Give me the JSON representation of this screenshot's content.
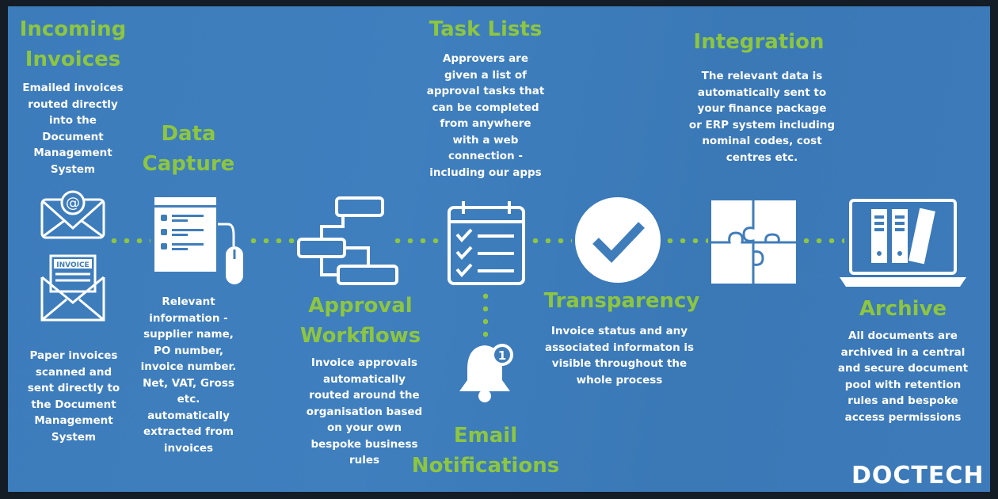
{
  "stages": {
    "incoming": {
      "title1": "Incoming",
      "title2": "Invoices",
      "body": [
        "Emailed invoices",
        "routed directly",
        "into the",
        "Document",
        "Management",
        "System"
      ],
      "paper": [
        "Paper invoices",
        "scanned and",
        "sent directly to",
        "the Document",
        "Management",
        "System"
      ],
      "invoice_label": "INVOICE"
    },
    "capture": {
      "title1": "Data",
      "title2": "Capture",
      "body": [
        "Relevant",
        "information -",
        "supplier name,",
        "PO number,",
        "invoice number.",
        "Net, VAT, Gross",
        "etc.",
        "automatically",
        "extracted from",
        "invoices"
      ]
    },
    "approval": {
      "title1": "Approval",
      "title2": "Workflows",
      "body": [
        "Invoice approvals",
        "automatically",
        "routed around the",
        "organisation based",
        "on your own",
        "bespoke business",
        "rules"
      ]
    },
    "tasks": {
      "title": "Task Lists",
      "body": [
        "Approvers are",
        "given a list of",
        "approval tasks that",
        "can be completed",
        "from anywhere",
        "with a web",
        "connection -",
        "including our apps"
      ]
    },
    "email": {
      "title1": "Email",
      "title2": "Notifications",
      "badge": "1"
    },
    "transparency": {
      "title": "Transparency",
      "body": [
        "Invoice status and any",
        "associated informaton is",
        "visible throughout the",
        "whole process"
      ]
    },
    "integration": {
      "title": "Integration",
      "body": [
        "The relevant data is",
        "automatically sent to",
        "your finance package",
        "or ERP system including",
        "nominal codes, cost",
        "centres etc."
      ]
    },
    "archive": {
      "title": "Archive",
      "body": [
        "All documents are",
        "archived in a central",
        "and secure document",
        "pool with retention",
        "rules and bespoke",
        "access permissions"
      ]
    }
  },
  "brand": {
    "logo": "DOCTECH"
  },
  "colors": {
    "accent": "#8dc63f",
    "background": "#3f7dba"
  }
}
